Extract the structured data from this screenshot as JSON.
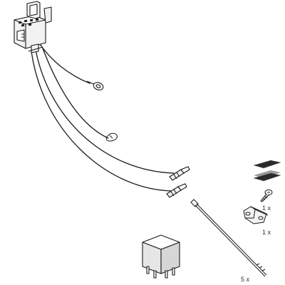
{
  "parts": [
    {
      "id": "relay-socket-harness",
      "icon": "relay-socket-with-wires"
    },
    {
      "id": "ring-terminal",
      "icon": "ring-terminal"
    },
    {
      "id": "wire-tap-connector",
      "icon": "wire-tap-connector"
    },
    {
      "id": "spade-terminal-1",
      "icon": "insulated-spade-terminal"
    },
    {
      "id": "spade-terminal-2",
      "icon": "insulated-spade-terminal"
    },
    {
      "id": "hook-and-loop-pads",
      "icon": "velcro-pads"
    },
    {
      "id": "screw",
      "icon": "self-tapping-screw",
      "quantity": "1 x"
    },
    {
      "id": "splice-connector",
      "icon": "splice-connector",
      "quantity": "1 x"
    },
    {
      "id": "relay",
      "icon": "automotive-relay"
    },
    {
      "id": "cable-tie",
      "icon": "cable-tie",
      "quantity": "5 x"
    }
  ],
  "colors": {
    "line": "#1a1a1a",
    "part_fill": "#f2f2f2",
    "relay_fill": "#e6e6e6",
    "velcro_dark": "#2b2b2b",
    "velcro_light": "#9a9a9a"
  }
}
